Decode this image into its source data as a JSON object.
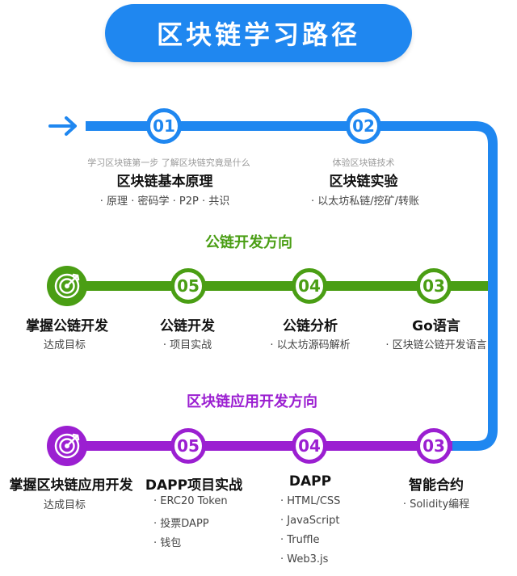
{
  "title": "区块链学习路径",
  "colors": {
    "blue": "#1f87f0",
    "green": "#4a9e14",
    "purple": "#9b1fd1"
  },
  "stage1": {
    "steps": [
      {
        "num": "01",
        "subtitle": "学习区块链第一步 了解区块链究竟是什么",
        "heading": "区块链基本原理",
        "items": "· 原理 · 密码学 · P2P · 共识"
      },
      {
        "num": "02",
        "subtitle": "体验区块链技术",
        "heading": "区块链实验",
        "items": "· 以太坊私链/挖矿/转账"
      }
    ]
  },
  "stage2": {
    "label": "公链开发方向",
    "goal": {
      "icon": "target-icon",
      "heading": "掌握公链开发",
      "items": "达成目标"
    },
    "steps": [
      {
        "num": "05",
        "heading": "公链开发",
        "items": "· 项目实战"
      },
      {
        "num": "04",
        "heading": "公链分析",
        "items": "· 以太坊源码解析"
      },
      {
        "num": "03",
        "heading": "Go语言",
        "items": "· 区块链公链开发语言"
      }
    ]
  },
  "stage3": {
    "label": "区块链应用开发方向",
    "goal": {
      "icon": "target-icon",
      "heading": "掌握区块链应用开发",
      "items": "达成目标"
    },
    "steps": [
      {
        "num": "05",
        "heading": "DAPP项目实战",
        "items": [
          "· ERC20 Token",
          "· 投票DAPP",
          "· 钱包"
        ]
      },
      {
        "num": "04",
        "heading": "DAPP",
        "items": [
          "· HTML/CSS",
          "· JavaScript",
          "· Truffle",
          "· Web3.js"
        ]
      },
      {
        "num": "03",
        "heading": "智能合约",
        "items": [
          "· Solidity编程"
        ]
      }
    ]
  }
}
